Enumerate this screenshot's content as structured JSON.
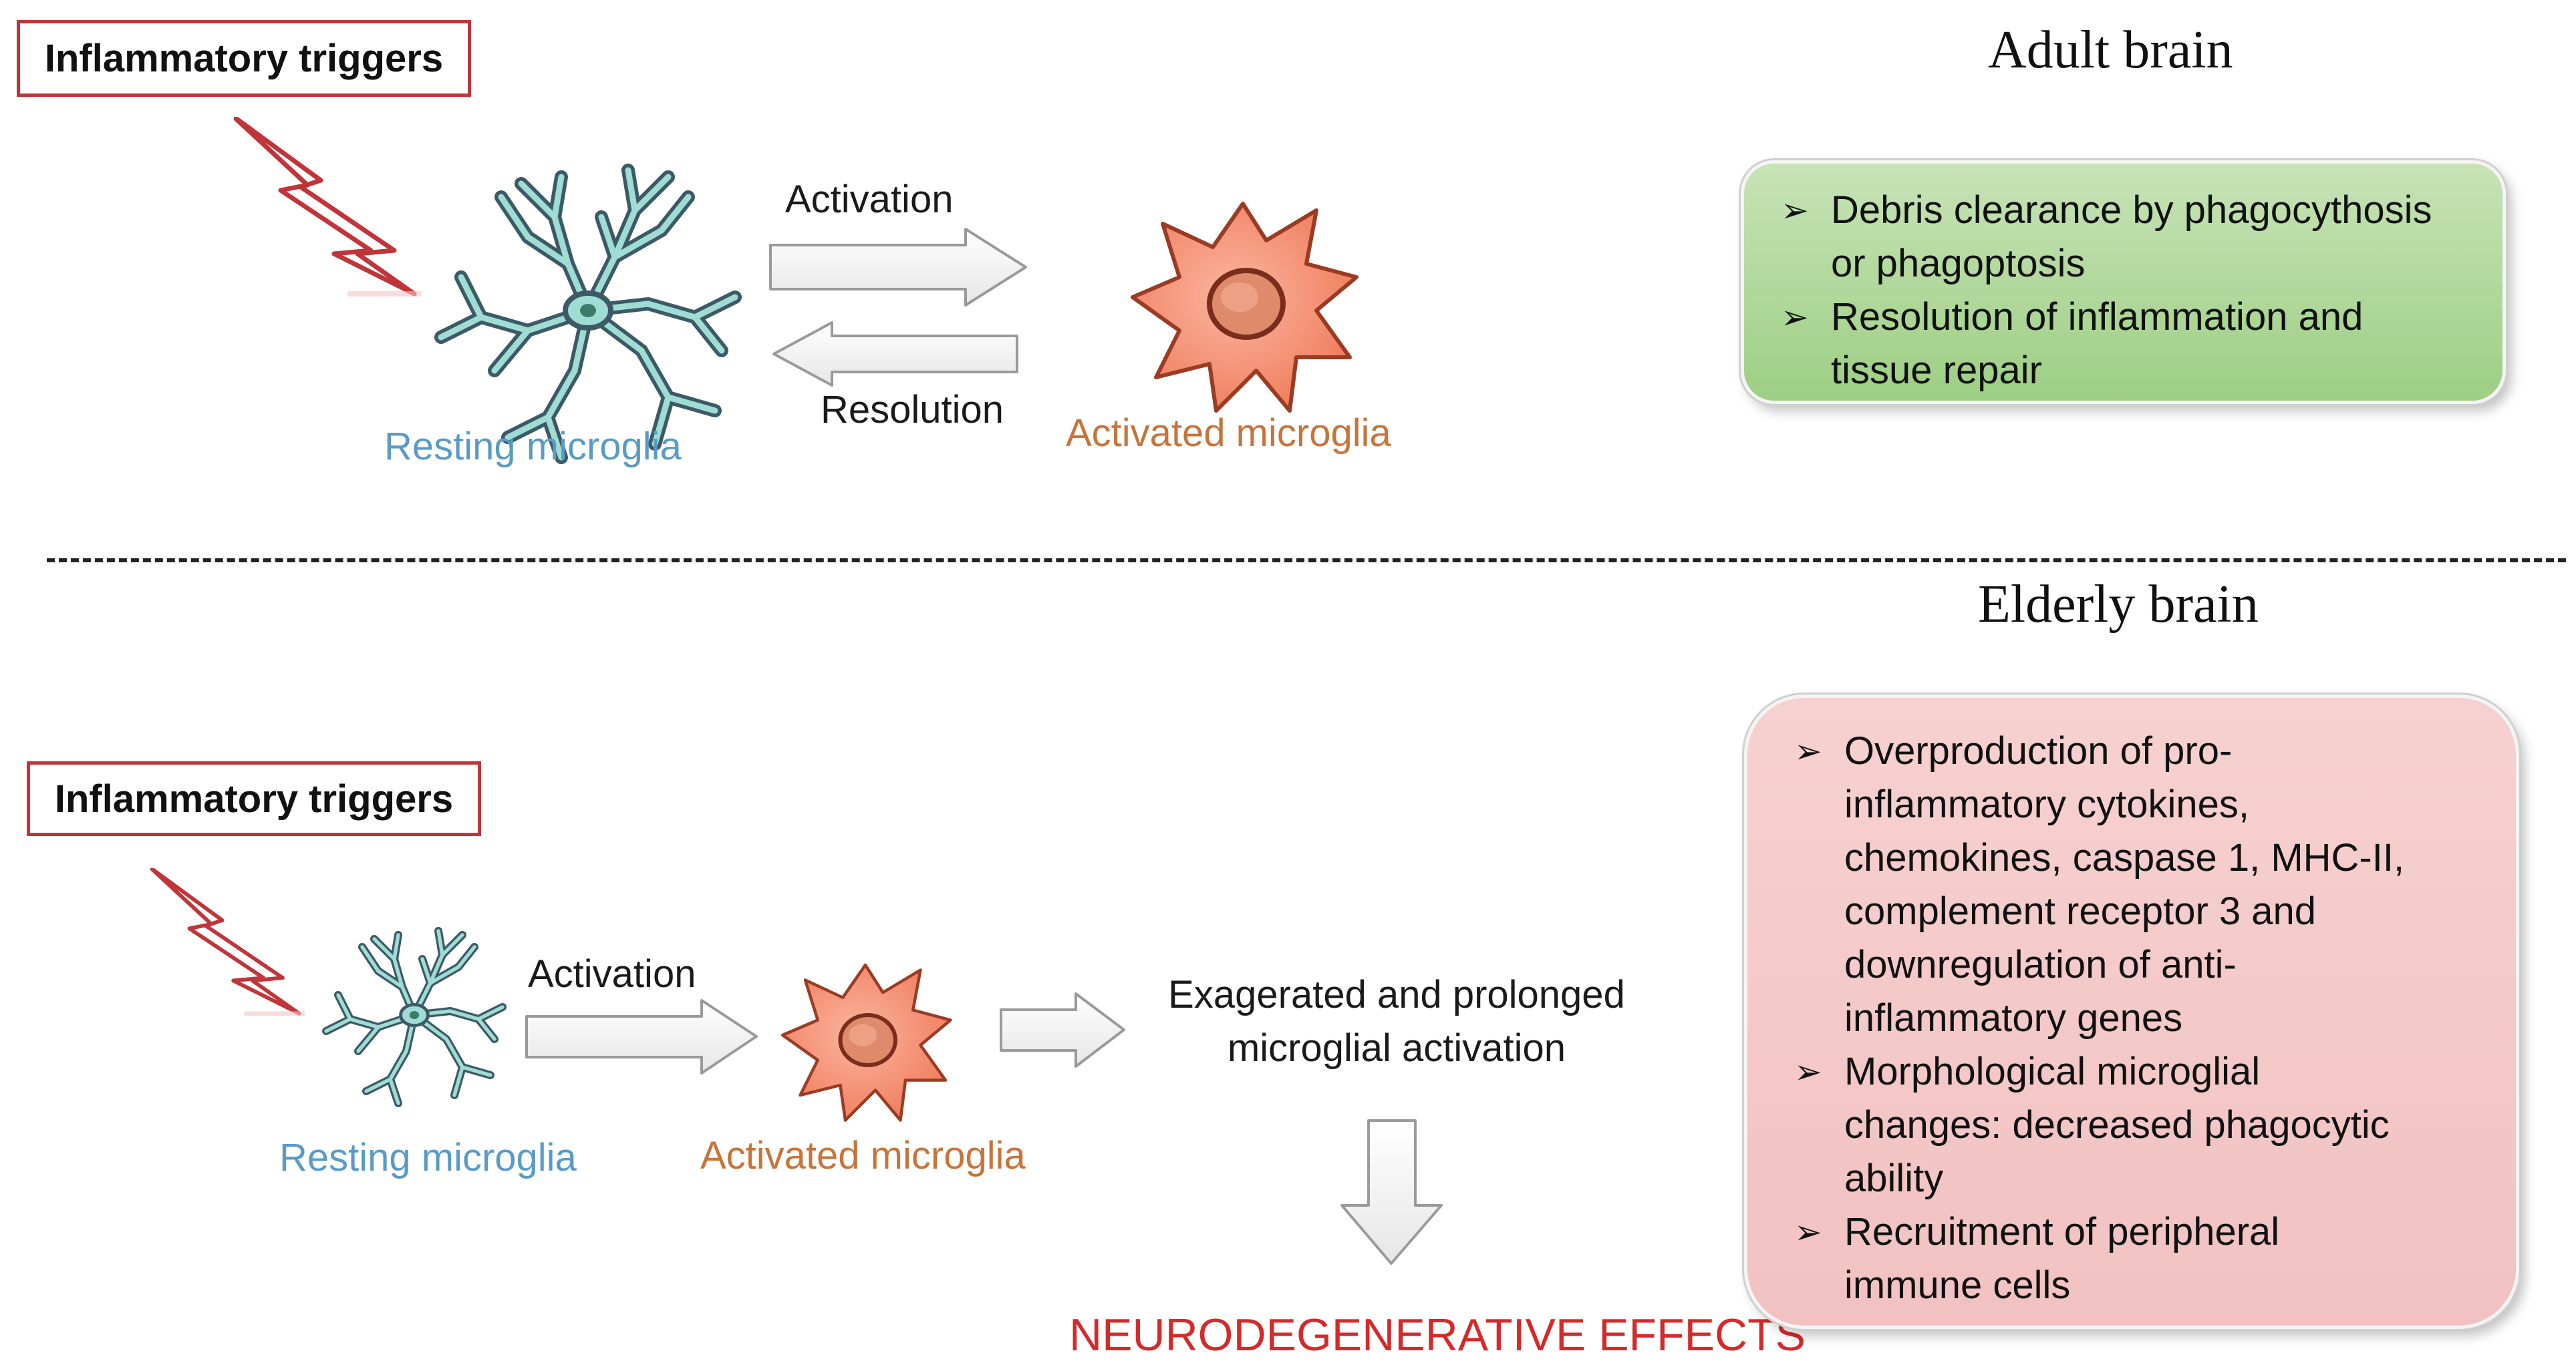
{
  "adult": {
    "title": "Adult brain",
    "trigger": "Inflammatory triggers",
    "resting_label": "Resting microglia",
    "activated_label": "Activated microglia",
    "activation_label": "Activation",
    "resolution_label": "Resolution",
    "bullets": [
      [
        "Debris clearance by phagocythosis",
        "or phagoptosis"
      ],
      [
        "Resolution of inflammation and",
        "tissue repair"
      ]
    ]
  },
  "elderly": {
    "title": "Elderly brain",
    "trigger": "Inflammatory triggers",
    "resting_label": "Resting microglia",
    "activated_label": "Activated microglia",
    "activation_label": "Activation",
    "exaggerated": [
      "Exagerated and prolonged",
      "microglial activation"
    ],
    "outcome": "NEURODEGENERATIVE EFFECTS",
    "bullets": [
      [
        "Overproduction of pro-",
        "inflammatory cytokines,",
        "chemokines, caspase 1, MHC-II,",
        "complement receptor 3 and",
        "downregulation of anti-",
        "inflammatory genes"
      ],
      [
        "Morphological microglial",
        "changes: decreased phagocytic",
        "ability"
      ],
      [
        "Recruitment of peripheral",
        "immune cells"
      ]
    ]
  },
  "bullet_symbol": "➢",
  "colors": {
    "trigger_border": "#c0353a",
    "resting": "#5a9bc6",
    "activated": "#c7743a",
    "outcome": "#d42a2a",
    "adult_box": "#a9d591",
    "elderly_box": "#f3c6c5"
  }
}
